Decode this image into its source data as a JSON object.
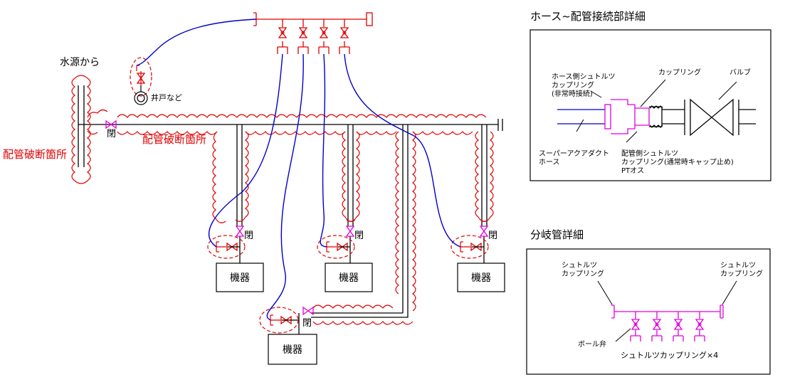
{
  "main": {
    "water_source_label": "水源から",
    "well_label": "井戸など",
    "pipe_break_left": "配管破断箇所",
    "pipe_break_center": "配管破断箇所",
    "closed_label": "閉",
    "equipment_label": "機器"
  },
  "detail_hose": {
    "title": "ホース~配管接続部詳細",
    "hose_side_coupling_1": "ホース側シュトルツ",
    "hose_side_coupling_2": "カップリング",
    "hose_side_coupling_3": "(非常時接続)",
    "coupling": "カップリング",
    "valve": "バルブ",
    "super_aqua_1": "スーパーアクアダクト",
    "super_aqua_2": "ホース",
    "pipe_side_1": "配管側シュトルツ",
    "pipe_side_2": "カップリング(通常時キャップ止め)",
    "pipe_side_3": "PTオス"
  },
  "detail_branch": {
    "title": "分岐管詳細",
    "storz_left_1": "シュトルツ",
    "storz_left_2": "カップリング",
    "storz_right_1": "シュトルツ",
    "storz_right_2": "カップリング",
    "ball_valve": "ボール弁",
    "storz_x4": "シュトルツカップリング×4"
  },
  "colors": {
    "pipe": "#000000",
    "break_cloud": "#e00000",
    "hose": "#0000cc",
    "valve_red": "#e00000",
    "valve_closed": "#e000e0",
    "detail_magenta": "#e000e0"
  }
}
